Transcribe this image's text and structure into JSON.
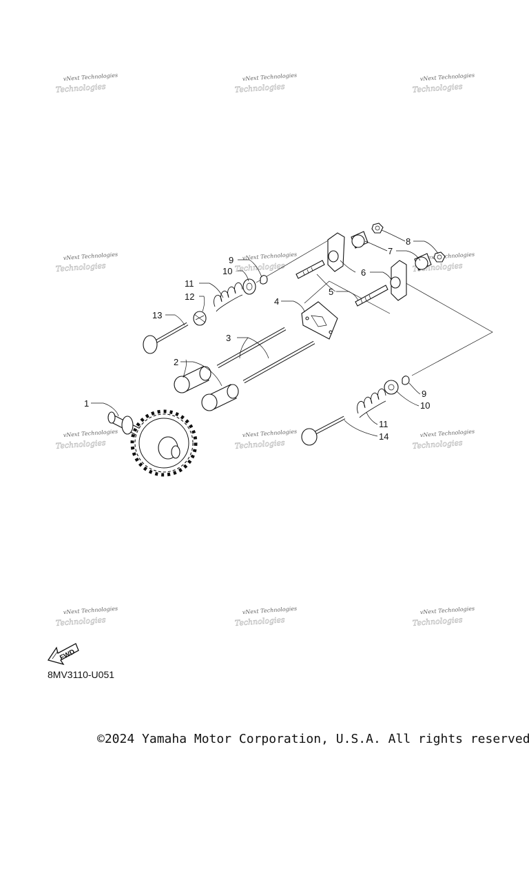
{
  "diagram": {
    "callouts": [
      "1",
      "2",
      "3",
      "4",
      "5",
      "6",
      "7",
      "8",
      "9",
      "10",
      "11",
      "12",
      "13",
      "14"
    ],
    "callouts_right": {
      "c9b": "9",
      "c10b": "10",
      "c11b": "11",
      "c14": "14"
    },
    "watermark": {
      "line1": "vNext Technologies",
      "line2": "Technologies"
    },
    "fwd_label": "FWD"
  },
  "footer": {
    "diagram_code": "8MV3110-U051",
    "copyright": "©2024 Yamaha Motor Corporation, U.S.A. All rights reserved."
  }
}
